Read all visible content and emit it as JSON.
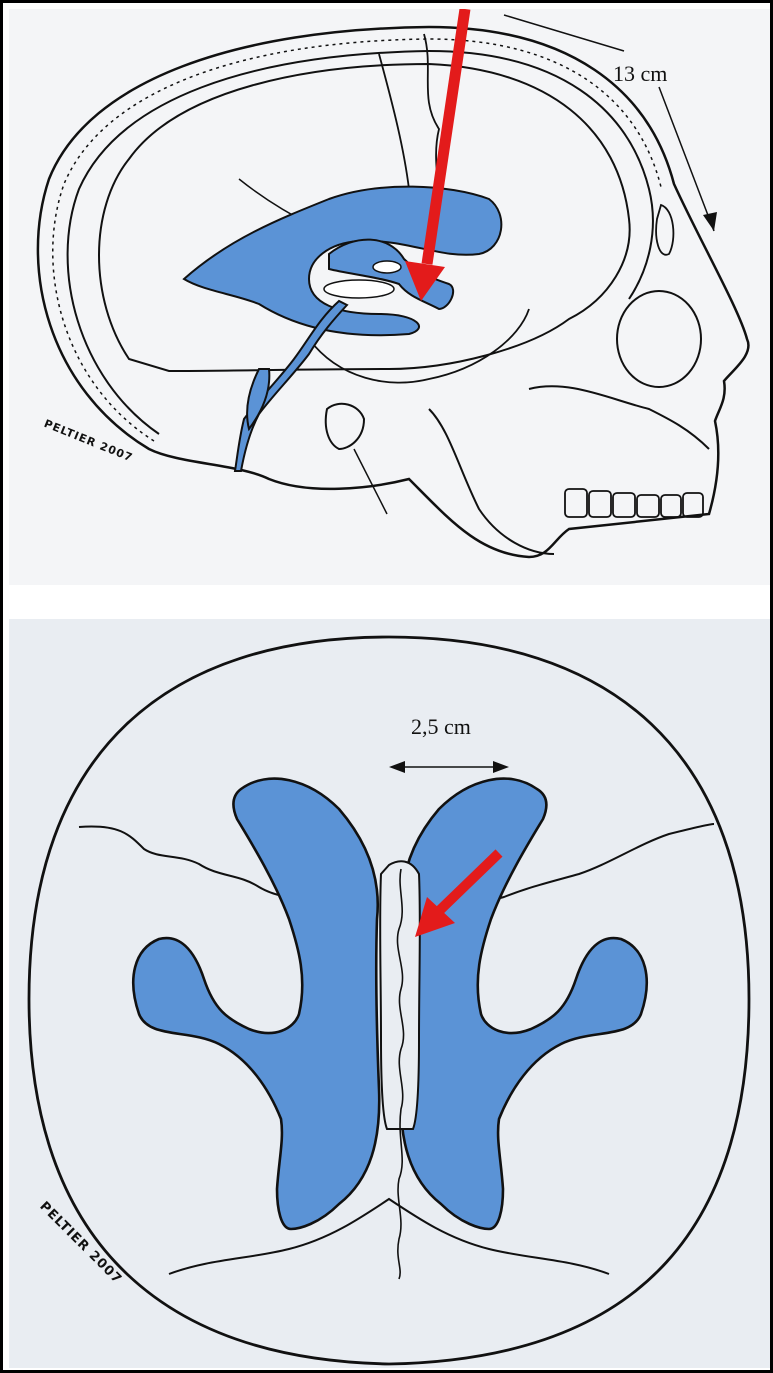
{
  "lateral_view": {
    "distance_label": "13 cm",
    "signature": "PELTIER 2007",
    "colors": {
      "ventricle": "#5b93d6",
      "arrow": "#e31b1b",
      "line": "#111111"
    }
  },
  "top_view": {
    "width_label": "2,5 cm",
    "signature": "PELTIER 2007",
    "colors": {
      "ventricle": "#5b93d6",
      "arrow": "#e31b1b",
      "line": "#111111"
    }
  }
}
